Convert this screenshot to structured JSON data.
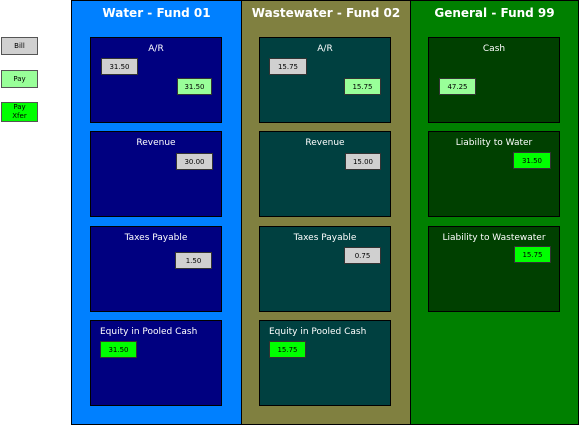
{
  "colors": {
    "bill": "#d0d0d0",
    "pay": "#99ff99",
    "pay_xfer": "#00ff00",
    "water_col": "#0080ff",
    "water_acct": "#000080",
    "wastewater_col": "#808040",
    "wastewater_acct": "#004040",
    "general_col": "#008000",
    "general_acct": "#004000"
  },
  "legend": {
    "bill": "Bill",
    "pay": "Pay",
    "pay_xfer": "Pay\nXfer"
  },
  "funds": [
    {
      "title": "Water - Fund  01",
      "accounts": [
        {
          "name": "A/R",
          "amounts": [
            "31.50",
            "31.50"
          ]
        },
        {
          "name": "Revenue",
          "amounts": [
            "30.00"
          ]
        },
        {
          "name": "Taxes Payable",
          "amounts": [
            "1.50"
          ]
        },
        {
          "name": "Equity in Pooled Cash",
          "amounts": [
            "31.50"
          ]
        }
      ]
    },
    {
      "title": "Wastewater - Fund 02",
      "accounts": [
        {
          "name": "A/R",
          "amounts": [
            "15.75",
            "15.75"
          ]
        },
        {
          "name": "Revenue",
          "amounts": [
            "15.00"
          ]
        },
        {
          "name": "Taxes Payable",
          "amounts": [
            "0.75"
          ]
        },
        {
          "name": "Equity in Pooled Cash",
          "amounts": [
            "15.75"
          ]
        }
      ]
    },
    {
      "title": "General - Fund 99",
      "accounts": [
        {
          "name": "Cash",
          "amounts": [
            "47.25"
          ]
        },
        {
          "name": "Liability to Water",
          "amounts": [
            "31.50"
          ]
        },
        {
          "name": "Liability to Wastewater",
          "amounts": [
            "15.75"
          ]
        }
      ]
    }
  ]
}
